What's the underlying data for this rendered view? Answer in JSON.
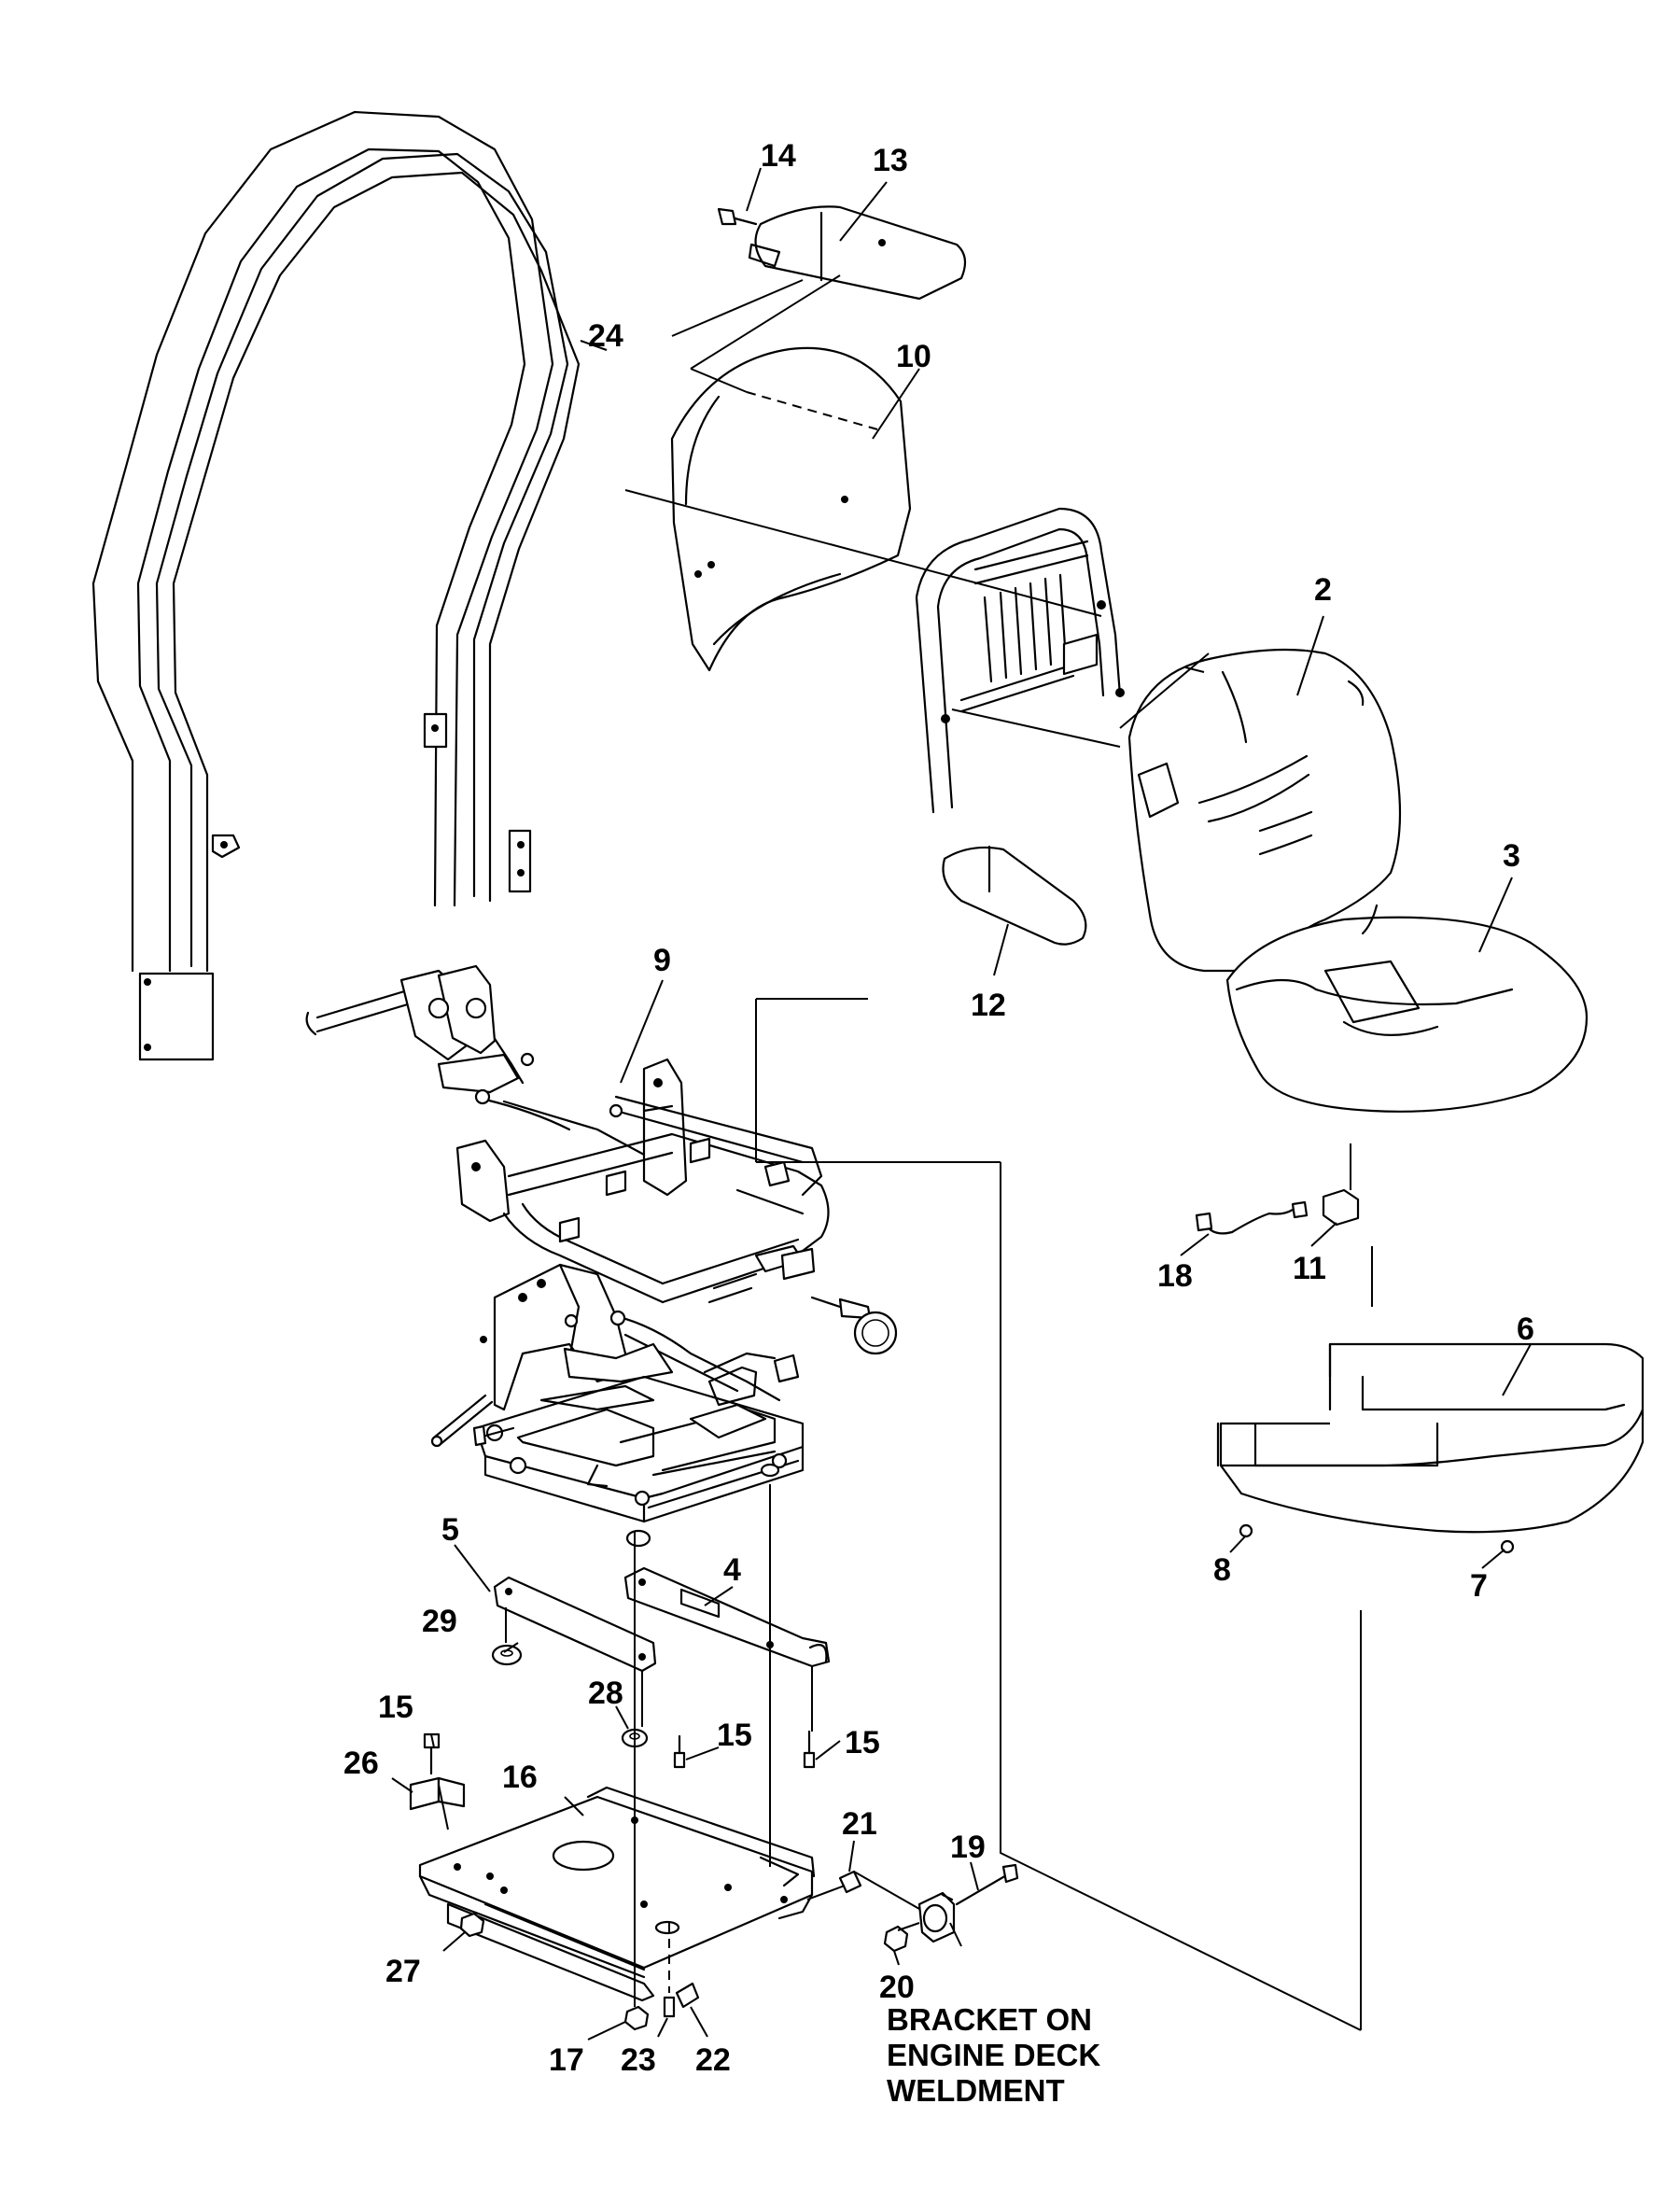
{
  "diagram": {
    "callouts": [
      {
        "id": "24",
        "label": "24"
      },
      {
        "id": "14",
        "label": "14"
      },
      {
        "id": "13",
        "label": "13"
      },
      {
        "id": "10",
        "label": "10"
      },
      {
        "id": "2",
        "label": "2"
      },
      {
        "id": "3",
        "label": "3"
      },
      {
        "id": "12",
        "label": "12"
      },
      {
        "id": "9",
        "label": "9"
      },
      {
        "id": "18",
        "label": "18"
      },
      {
        "id": "11",
        "label": "11"
      },
      {
        "id": "6",
        "label": "6"
      },
      {
        "id": "8",
        "label": "8"
      },
      {
        "id": "7",
        "label": "7"
      },
      {
        "id": "5",
        "label": "5"
      },
      {
        "id": "4",
        "label": "4"
      },
      {
        "id": "29",
        "label": "29"
      },
      {
        "id": "15a",
        "label": "15"
      },
      {
        "id": "28",
        "label": "28"
      },
      {
        "id": "15b",
        "label": "15"
      },
      {
        "id": "15c",
        "label": "15"
      },
      {
        "id": "16",
        "label": "16"
      },
      {
        "id": "26",
        "label": "26"
      },
      {
        "id": "21",
        "label": "21"
      },
      {
        "id": "19",
        "label": "19"
      },
      {
        "id": "27",
        "label": "27"
      },
      {
        "id": "20",
        "label": "20"
      },
      {
        "id": "17",
        "label": "17"
      },
      {
        "id": "23",
        "label": "23"
      },
      {
        "id": "22",
        "label": "22"
      }
    ],
    "note_lines": [
      "BRACKET ON",
      "ENGINE DECK",
      "WELDMENT"
    ]
  }
}
